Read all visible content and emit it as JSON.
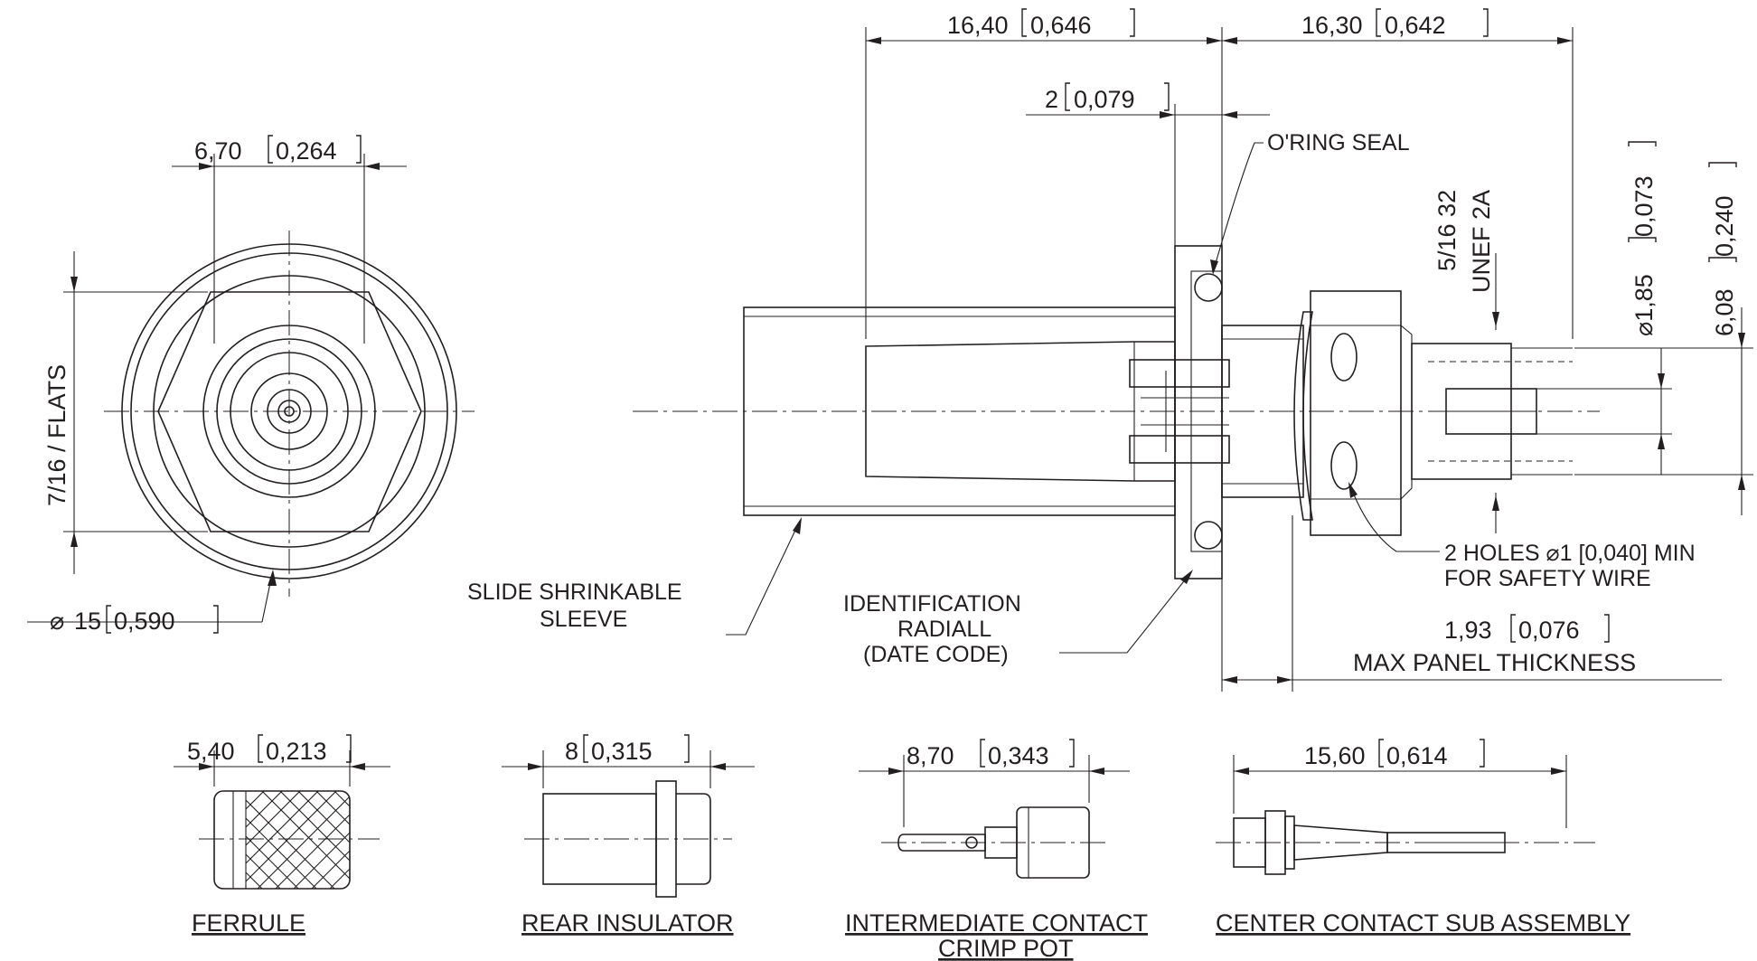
{
  "front_view": {
    "dim_width": "6,70",
    "dim_width_in": "0,264",
    "dim_flats": "7/16 / FLATS",
    "dim_diameter_sym": "⌀",
    "dim_diameter": "15",
    "dim_diameter_in": "0,590"
  },
  "side_view": {
    "dim_left": "16,40",
    "dim_left_in": "0,646",
    "dim_right": "16,30",
    "dim_right_in": "0,642",
    "dim_flange": "2",
    "dim_flange_in": "0,079",
    "oring_label": "O'RING SEAL",
    "thread_line1": "5/16 32",
    "thread_line2": "UNEF 2A",
    "dim_pin": "⌀1,85",
    "dim_pin_in": "0,073",
    "dim_body": "6,08",
    "dim_body_in": "0,240",
    "holes_line1": "2 HOLES  ⌀1 [0,040] MIN",
    "holes_line2": "FOR SAFETY WIRE",
    "panel_dim": "1,93",
    "panel_dim_in": "0,076",
    "panel_label": "MAX PANEL THICKNESS",
    "sleeve_line1": "SLIDE SHRINKABLE",
    "sleeve_line2": "SLEEVE",
    "ident_line1": "IDENTIFICATION",
    "ident_line2": "RADIALL",
    "ident_line3": "(DATE CODE)"
  },
  "parts": {
    "ferrule_dim": "5,40",
    "ferrule_dim_in": "0,213",
    "ferrule_label": "FERRULE",
    "insulator_dim": "8",
    "insulator_dim_in": "0,315",
    "insulator_label": "REAR INSULATOR",
    "crimp_dim": "8,70",
    "crimp_dim_in": "0,343",
    "crimp_label_line1": "INTERMEDIATE CONTACT",
    "crimp_label_line2": "CRIMP POT",
    "center_dim": "15,60",
    "center_dim_in": "0,614",
    "center_label": "CENTER CONTACT SUB ASSEMBLY"
  },
  "colors": {
    "ink": "#231f20",
    "paper": "#ffffff"
  }
}
